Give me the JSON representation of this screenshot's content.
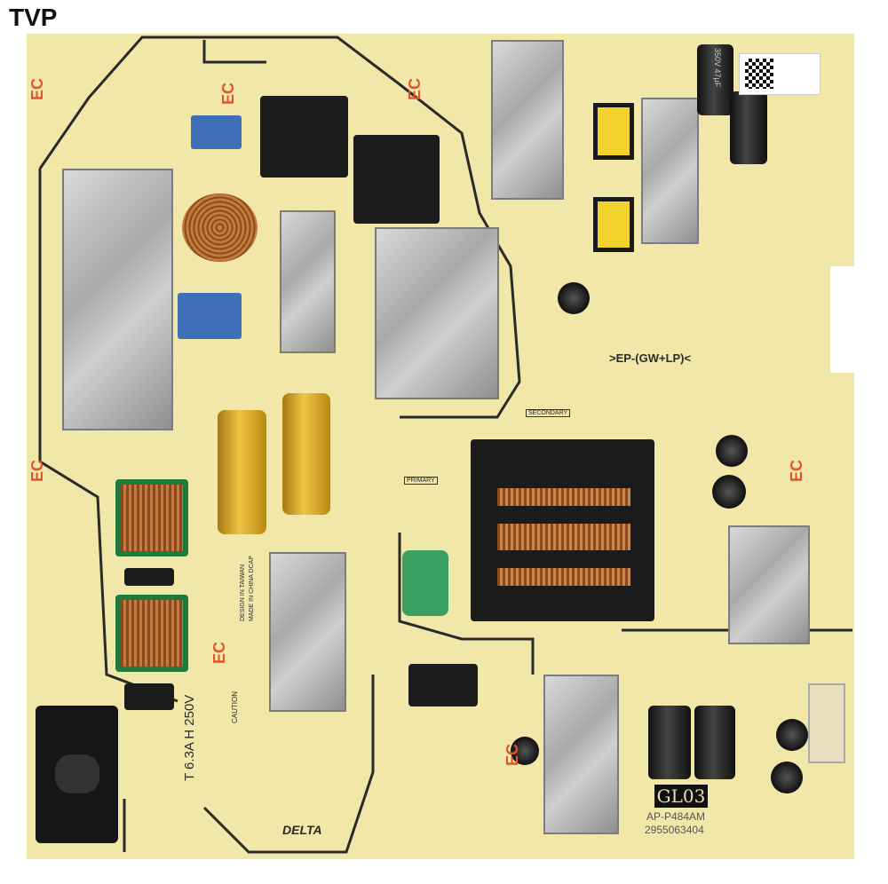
{
  "watermark": "TVP",
  "board": {
    "model_code": "GL03",
    "part_number": "AP-P484AM",
    "serial_number": "2955063404",
    "ep_marking": ">EP-(GW+LP)<",
    "fuse_rating": "T 6.3A H 250V",
    "design_text": "DESIGN IN TAIWAN",
    "made_text": "MADE IN CHINA DCAP",
    "caution_text": "CAUTION",
    "secondary_label": "SECONDARY",
    "primary_label": "PRIMARY",
    "brand": "DELTA",
    "cap_rating": "350V 47μF",
    "silkscreen_mark": "EC",
    "colors": {
      "board": "#f1e7a8",
      "mark": "#e2542e",
      "heatsink": "#b5b5b5"
    }
  }
}
